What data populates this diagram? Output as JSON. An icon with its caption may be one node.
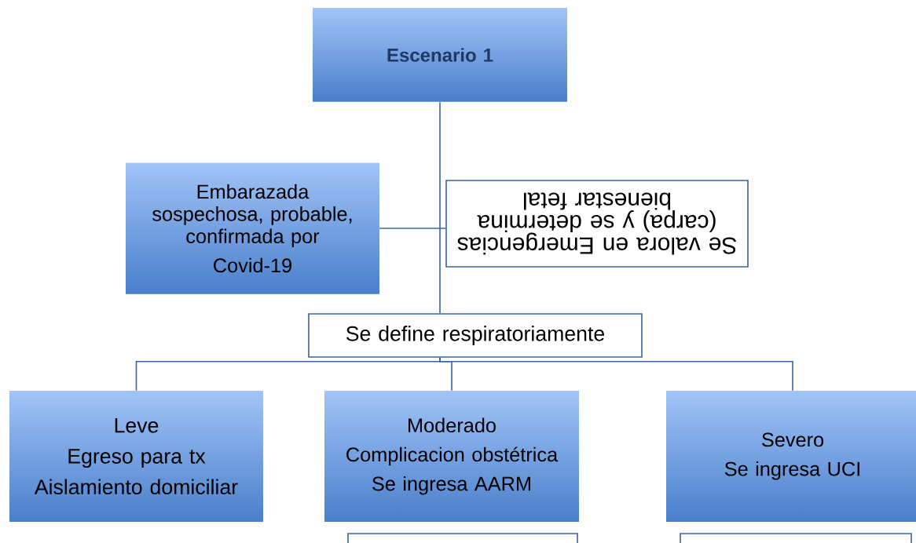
{
  "diagram": {
    "nodes": [
      {
        "text": [
          "Escenario 1"
        ]
      },
      {
        "text": [
          "Embarazada sospechosa, probable, confirmada por",
          "Covid-19"
        ]
      },
      {
        "text": [
          "Se valora en Emergencias (carpa) y se determina bienestar fetal"
        ]
      },
      {
        "text": [
          "Se define respiratoriamente"
        ]
      },
      {
        "text": [
          "Leve",
          "Egreso para tx",
          "Aislamiento domiciliar"
        ]
      },
      {
        "text": [
          "Moderado",
          "Complicacion obstétrica",
          "Se ingresa AARM"
        ]
      },
      {
        "text": [
          "Severo",
          "Se ingresa UCI"
        ]
      },
      {
        "text": [],
        "shape": "box"
      },
      {
        "text": [],
        "shape": "box"
      }
    ],
    "edges": [
      {
        "from": 0,
        "to": 3,
        "arrow": "none"
      },
      {
        "from": 1,
        "to": 2,
        "arrow": "none"
      },
      {
        "from": 3,
        "to": 4,
        "arrow": "none"
      },
      {
        "from": 3,
        "to": 5,
        "arrow": "none"
      },
      {
        "from": 3,
        "to": 6,
        "arrow": "none"
      }
    ]
  }
}
